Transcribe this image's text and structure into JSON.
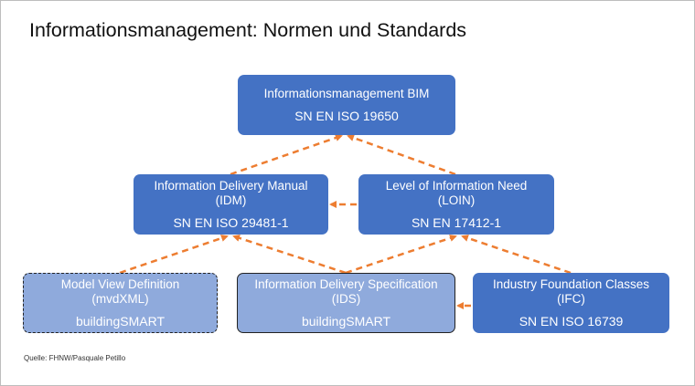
{
  "slide": {
    "title": "Informationsmanagement: Normen und Standards",
    "source": "Quelle: FHNW/Pasquale Petillo"
  },
  "boxes": {
    "bim": {
      "name": "Informationsmanagement BIM",
      "standard": "SN EN ISO 19650"
    },
    "idm": {
      "name_line1": "Information Delivery Manual",
      "name_line2": "(IDM)",
      "standard": "SN EN ISO 29481-1"
    },
    "loin": {
      "name_line1": "Level of Information Need",
      "name_line2": "(LOIN)",
      "standard": "SN EN 17412-1"
    },
    "mvd": {
      "name_line1": "Model View Definition",
      "name_line2": "(mvdXML)",
      "standard": "buildingSMART"
    },
    "ids": {
      "name_line1": "Information Delivery Specification",
      "name_line2": "(IDS)",
      "standard": "buildingSMART"
    },
    "ifc": {
      "name_line1": "Industry Foundation Classes",
      "name_line2": "(IFC)",
      "standard": "SN EN ISO 16739"
    }
  },
  "colors": {
    "box_dark": "#4472c4",
    "box_light": "#8faadc",
    "connector": "#ed7d31"
  }
}
